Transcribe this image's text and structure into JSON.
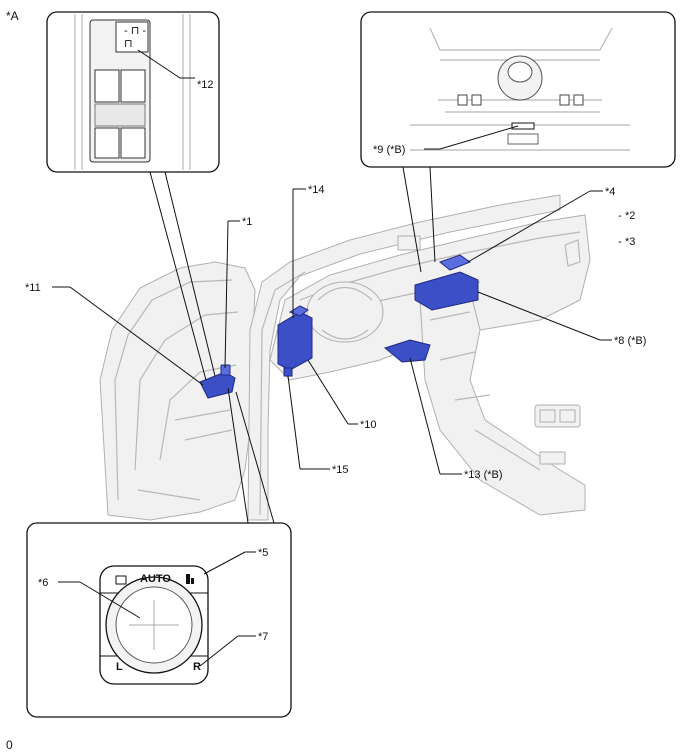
{
  "figure_id": "*A",
  "footer_code": "0",
  "labels": {
    "l1": "*1",
    "l2": "*2",
    "l3": "*3",
    "l4": "*4",
    "l5": "*5",
    "l6": "*6",
    "l7": "*7",
    "l8": "*8 (*B)",
    "l9": "*9 (*B)",
    "l10": "*10",
    "l11": "*11",
    "l12": "*12",
    "l13": "*13 (*B)",
    "l14": "*14",
    "l15": "*15"
  },
  "mirror_switch": {
    "auto": "AUTO",
    "left": "L",
    "right": "R"
  },
  "colors": {
    "highlight": "#3b4fc7",
    "outline": "#111111",
    "vehicle": "#b8b8b8"
  }
}
